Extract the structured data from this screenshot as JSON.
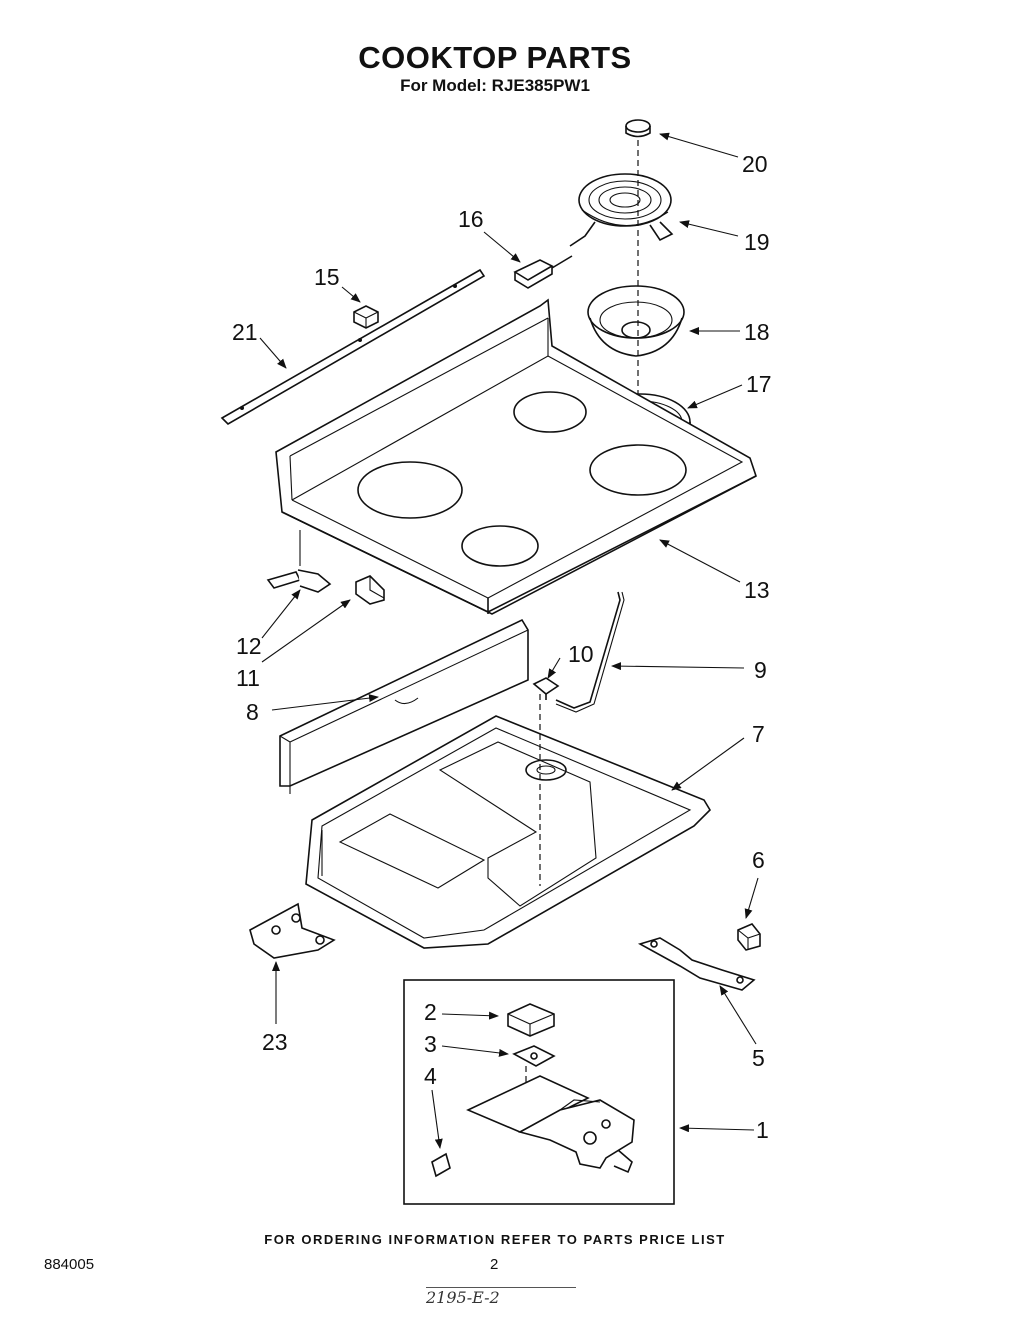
{
  "title": "COOKTOP PARTS",
  "subtitle": "For Model: RJE385PW1",
  "footer": "FOR ORDERING INFORMATION REFER TO PARTS PRICE LIST",
  "doc_number": "884005",
  "page_number": "2",
  "stamp_text": "2195-E-2",
  "callouts": {
    "c1": "1",
    "c2": "2",
    "c3": "3",
    "c4": "4",
    "c5": "5",
    "c6": "6",
    "c7": "7",
    "c8": "8",
    "c9": "9",
    "c10": "10",
    "c11": "11",
    "c12": "12",
    "c13": "13",
    "c15": "15",
    "c16": "16",
    "c17": "17",
    "c18": "18",
    "c19": "19",
    "c20": "20",
    "c21": "21",
    "c23": "23"
  }
}
